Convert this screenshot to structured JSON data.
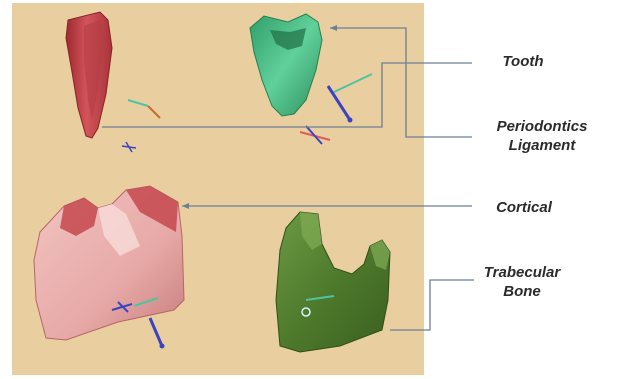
{
  "labels": {
    "tooth": "Tooth",
    "periodontics_ligament": "Periodontics\nLigament",
    "cortical": "Cortical",
    "trabecular_bone": "Trabecular\nBone"
  },
  "colors": {
    "panel_background": "#e9cfa0",
    "tooth": "#c4444a",
    "periodontal_ligament": "#3fb87e",
    "cortical": "#d65a60",
    "trabecular": "#4e7a2c",
    "leader_line": "#6d7f96",
    "axis_x": "#3a43c2",
    "axis_y": "#4fc3a1",
    "axis_z": "#e05a5a"
  },
  "icons": {
    "tooth_model": "red-tooth-3d",
    "pdl_model": "green-ligament-3d",
    "cortical_model": "pink-cortical-bone-3d",
    "trabecular_model": "green-trabecular-bone-3d",
    "axes": "xyz-axis-triad"
  }
}
